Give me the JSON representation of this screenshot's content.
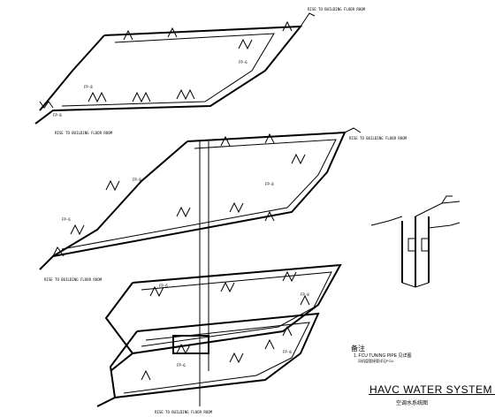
{
  "diagram": {
    "notes_heading": "备注",
    "notes_line1": "1. FCU TUNING PIPE 见详图",
    "notes_line2": "风机盘管接管详见FCU.",
    "title": "HAVC WATER SYSTEM DRA",
    "subtitle": "空调水系统图",
    "riser_labels": [
      "RISE TO BUILDING FLOOR ROOM",
      "RISE TO BUILDING FLOOR ROOM",
      "RISE TO BUILDING FLOOR ROOM",
      "RISE TO BUILDING FLOOR ROOM",
      "RISE TO BUILDING FLOOR ROOM"
    ],
    "unit_tags": [
      "FP-8",
      "FP-8",
      "FP-6",
      "FP-8",
      "FP-6",
      "FP-8",
      "FP-6",
      "FP-8",
      "FP-6",
      "FP-8"
    ],
    "colors": {
      "line": "#000000",
      "background": "#ffffff"
    }
  }
}
